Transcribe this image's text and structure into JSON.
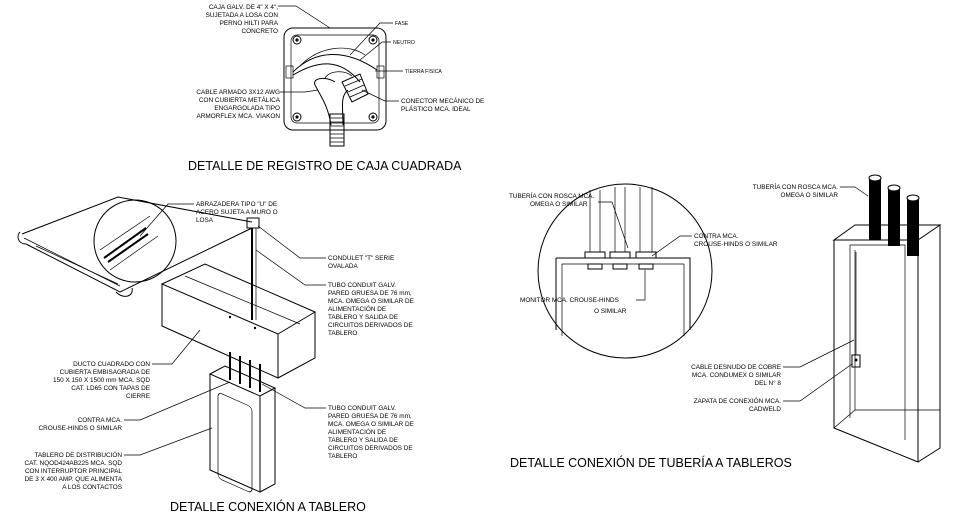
{
  "titles": {
    "square_box": "DETALLE DE REGISTRO DE CAJA CUADRADA",
    "panel_connection": "DETALLE CONEXIÓN A TABLERO",
    "pipe_connection": "DETALLE CONEXIÓN DE TUBERÍA A TABLEROS"
  },
  "box_detail": {
    "box_label": [
      "CAJA GALV. DE 4\" X 4\",",
      "SUJETADA A LOSA CON",
      "PERNO HILTI PARA",
      "CONCRETO"
    ],
    "fase": "FASE",
    "neutro": "NEUTRO",
    "tierra": "TIERRA FISICA",
    "cable_label": [
      "CABLE ARMADO 3X12 AWG",
      "CON CUBIERTA METÁLICA",
      "ENGARGOLADA TIPO",
      "ARMORFLEX MCA. VIAKON"
    ],
    "connector_label": [
      "CONECTOR MECÁNICO DE",
      "PLÁSTICO MCA. IDEAL"
    ]
  },
  "panel_detail": {
    "clamp_label": [
      "ABRAZADERA TIPO \"U\" DE",
      "ACERO SUJETA A MURO O",
      "LOSA"
    ],
    "condulet_label": [
      "CONDULET \"T\" SERIE",
      "OVALADA"
    ],
    "conduit_top": [
      "TUBO CONDUIT GALV.",
      "PARED GRUESA DE 76 mm,",
      "MCA. OMEGA O SIMILAR DE",
      "ALIMENTACIÓN DE",
      "TABLERO Y SALIDA DE",
      "CIRCUITOS DERIVADOS DE",
      "TABLERO"
    ],
    "duct_label": [
      "DUCTO CUADRADO CON",
      "CUBIERTA EMBISAGRADA DE",
      "150 X 150 X 1500 mm MCA. SQD",
      "CAT. LD65 CON TAPAS DE",
      "CIERRE"
    ],
    "locknut_label": [
      "CONTRA MCA.",
      "CROUSE-HINDS O SIMILAR"
    ],
    "conduit_bottom": [
      "TUBO CONDUIT GALV.",
      "PARED GRUESA DE 76 mm,",
      "MCA. OMEGA O SIMILAR DE",
      "ALIMENTACIÓN DE",
      "TABLERO Y SALIDA DE",
      "CIRCUITOS DERIVADOS DE",
      "TABLERO"
    ],
    "board_label": [
      "TABLERO DE DISTRIBUCIÓN",
      "CAT. NQOD424AB225 MCA. SQD",
      "CON INTERRUPTOR PRINCIPAL",
      "DE 3 X 400 AMP. QUE ALIMENTA",
      "A LOS CONTACTOS"
    ]
  },
  "pipe_detail": {
    "threaded_pipe": [
      "TUBERÍA CON ROSCA MCA.",
      "OMEGA O SIMILAR"
    ],
    "locknut": [
      "CONTRA MCA.",
      "CROUSE-HINDS O SIMILAR"
    ],
    "monitor": [
      "MONITOR MCA. CROUSE-HINDS",
      "O SIMILAR"
    ],
    "threaded_pipe_right": [
      "TUBERÍA CON ROSCA MCA.",
      "OMEGA O SIMILAR"
    ],
    "bare_cable": [
      "CABLE DESNUDO DE COBRE",
      "MCA. CONDUMEX O SIMILAR",
      "DEL N° 8"
    ],
    "shoe": [
      "ZAPATA DE CONEXIÓN MCA.",
      "CADWELD"
    ]
  }
}
